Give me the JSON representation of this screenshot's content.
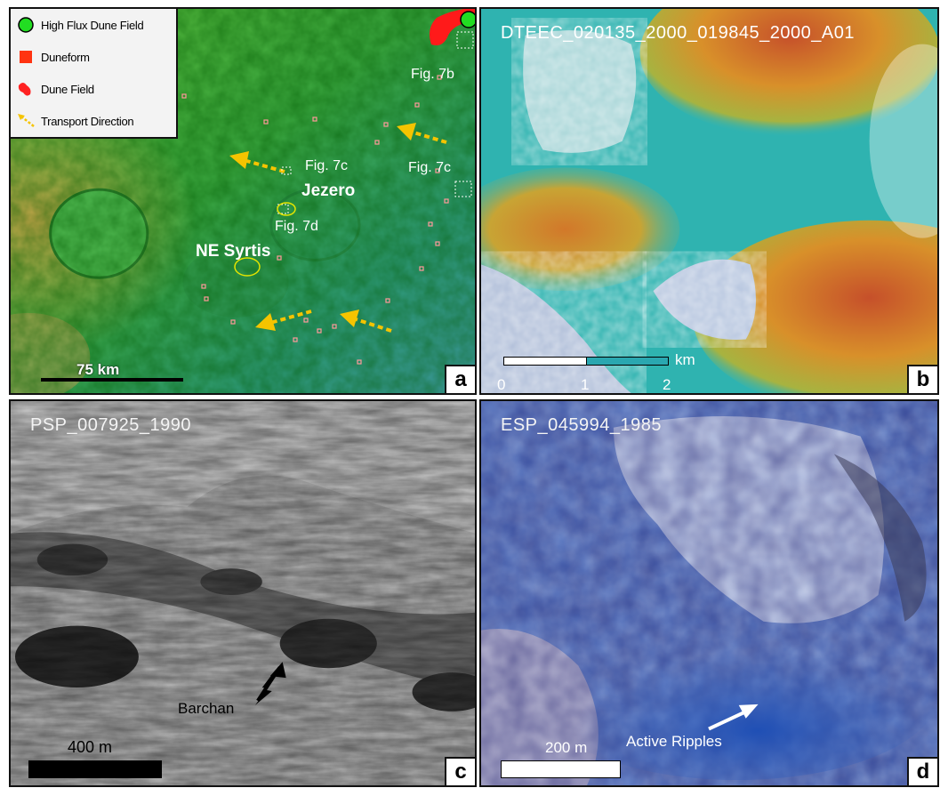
{
  "panels": {
    "a": {
      "letter": "a",
      "legend": [
        {
          "label": "High Flux Dune Field",
          "icon": "green-circle-icon",
          "color": "#22dd22"
        },
        {
          "label": "Duneform",
          "icon": "red-square-icon",
          "color": "#ff3311"
        },
        {
          "label": "Dune Field",
          "icon": "red-blob-icon",
          "color": "#ff2222"
        },
        {
          "label": "Transport Direction",
          "icon": "yellow-dashed-arrow-icon",
          "color": "#f5c400"
        }
      ],
      "labels": {
        "fig7b": "Fig. 7b",
        "fig7c_left": "Fig. 7c",
        "fig7c_right": "Fig. 7c",
        "fig7d": "Fig. 7d",
        "jezero": "Jezero",
        "ne_syrtis": "NE Syrtis"
      },
      "scale": "75 km"
    },
    "b": {
      "letter": "b",
      "image_id": "DTEEC_020135_2000_019845_2000_A01",
      "scale_unit": "km",
      "scale_ticks": [
        "0",
        "1",
        "2"
      ]
    },
    "c": {
      "letter": "c",
      "image_id": "PSP_007925_1990",
      "annotation": "Barchan",
      "scale": "400 m"
    },
    "d": {
      "letter": "d",
      "image_id": "ESP_045994_1985",
      "annotation": "Active Ripples",
      "scale": "200 m"
    }
  }
}
